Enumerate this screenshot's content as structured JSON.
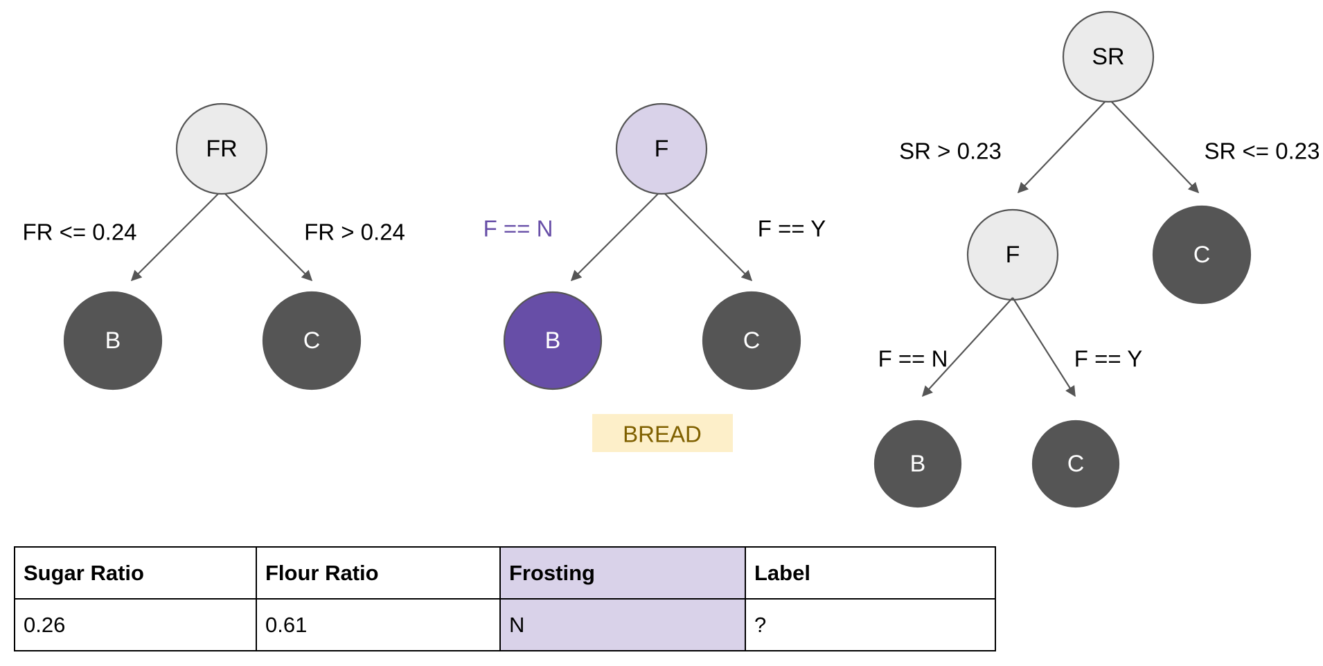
{
  "colors": {
    "node_internal_fill": "#ebebeb",
    "node_leaf_fill": "#555555",
    "node_highlight_fill": "#d9d2e9",
    "node_highlight_leaf_fill": "#674ea7",
    "node_stroke": "#555555",
    "edge_stroke": "#555555",
    "accent_purple": "#674ea7",
    "prediction_bg": "#fdefc9",
    "prediction_text": "#7f6000",
    "table_border": "#000000",
    "table_highlight": "#d9d2e9"
  },
  "trees": [
    {
      "id": "flour-ratio-tree",
      "root": {
        "label": "FR",
        "style": "internal"
      },
      "edges": [
        {
          "label": "FR <= 0.24",
          "side": "left",
          "style": "plain"
        },
        {
          "label": "FR > 0.24",
          "side": "right",
          "style": "plain"
        }
      ],
      "leaves": [
        {
          "label": "B",
          "style": "leaf"
        },
        {
          "label": "C",
          "style": "leaf"
        }
      ]
    },
    {
      "id": "frosting-tree",
      "root": {
        "label": "F",
        "style": "highlight"
      },
      "edges": [
        {
          "label": "F == N",
          "side": "left",
          "style": "accent"
        },
        {
          "label": "F == Y",
          "side": "right",
          "style": "plain"
        }
      ],
      "leaves": [
        {
          "label": "B",
          "style": "highlight-leaf"
        },
        {
          "label": "C",
          "style": "leaf"
        }
      ],
      "prediction": "BREAD"
    },
    {
      "id": "sugar-ratio-tree",
      "root": {
        "label": "SR",
        "style": "internal"
      },
      "edges": [
        {
          "label": "SR > 0.23",
          "side": "left",
          "style": "plain"
        },
        {
          "label": "SR <= 0.23",
          "side": "right",
          "style": "plain"
        },
        {
          "label": "F == N",
          "side": "left",
          "style": "plain"
        },
        {
          "label": "F == Y",
          "side": "right",
          "style": "plain"
        }
      ],
      "mid": {
        "label": "F",
        "style": "internal"
      },
      "leaves": [
        {
          "label": "C",
          "style": "leaf"
        },
        {
          "label": "B",
          "style": "leaf"
        },
        {
          "label": "C",
          "style": "leaf"
        }
      ]
    }
  ],
  "table": {
    "headers": [
      "Sugar Ratio",
      "Flour Ratio",
      "Frosting",
      "Label"
    ],
    "rows": [
      [
        "0.26",
        "0.61",
        "N",
        "?"
      ]
    ]
  }
}
